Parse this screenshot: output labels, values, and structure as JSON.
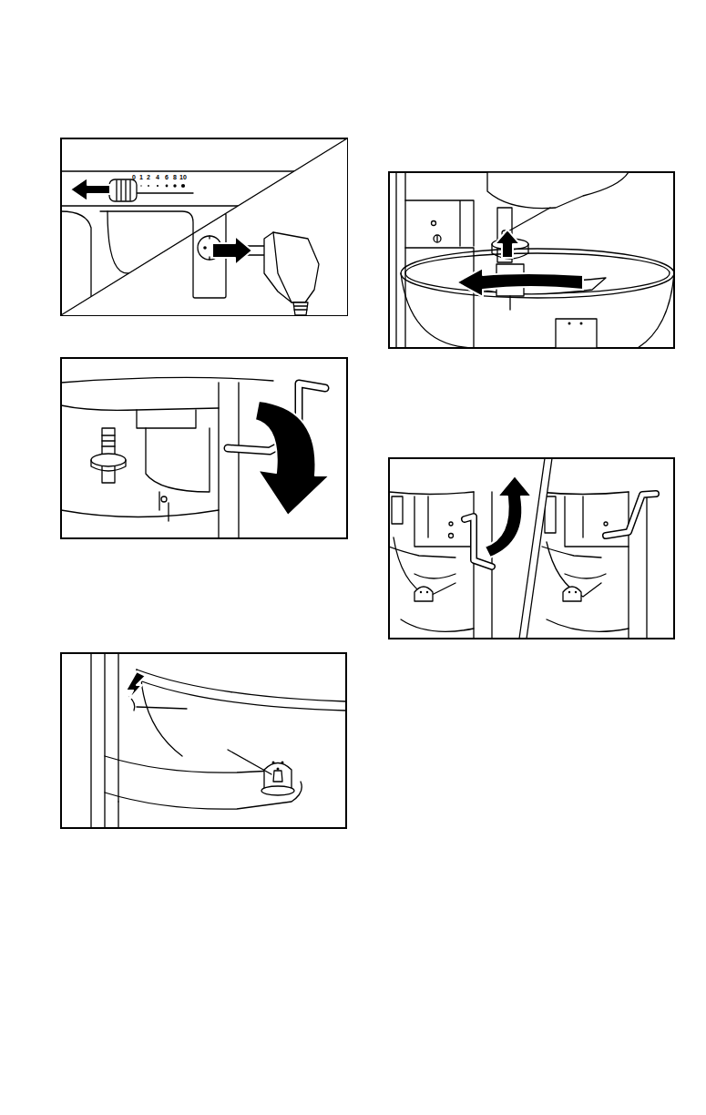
{
  "diagram": {
    "labels": [
      "0",
      "1",
      "2",
      "4",
      "6",
      "8",
      "10"
    ]
  }
}
